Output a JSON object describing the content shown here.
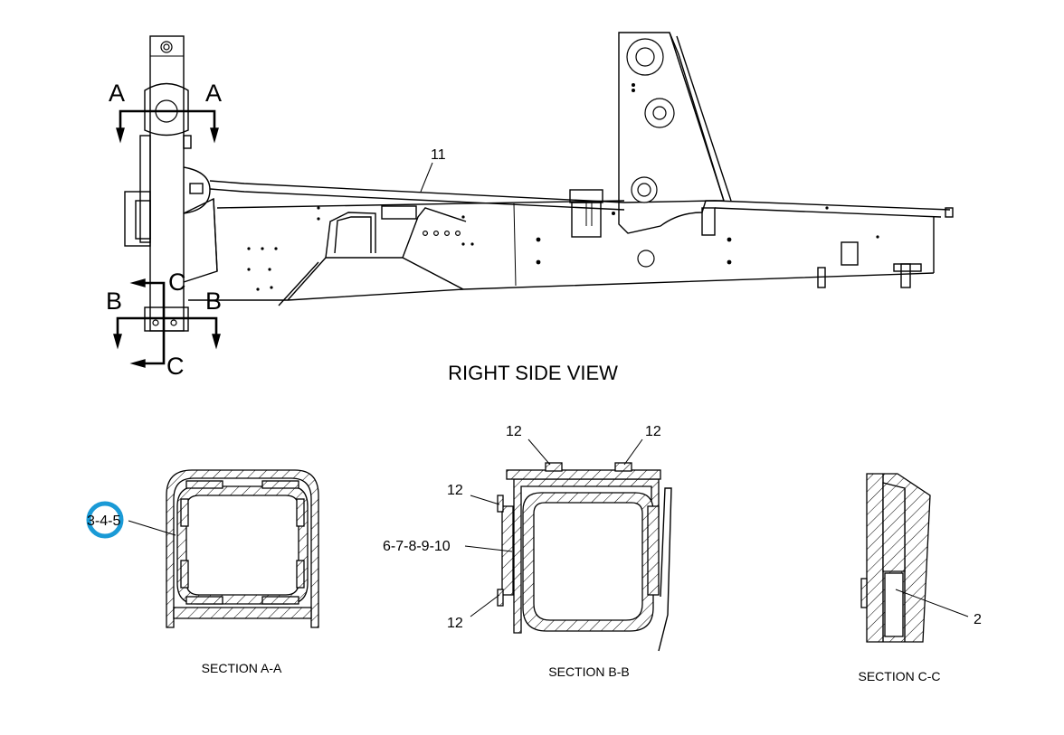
{
  "diagram": {
    "view_title": "RIGHT SIDE VIEW",
    "cut_markers": {
      "a": "A",
      "b": "B",
      "c": "C"
    },
    "callouts": {
      "main_frame": "11",
      "sections": {
        "a": "3-4-5",
        "b_top_left": "12",
        "b_top_right": "12",
        "b_left_upper": "12",
        "b_left_mid": "6-7-8-9-10",
        "b_left_lower": "12",
        "c": "2"
      }
    },
    "section_captions": {
      "a": "SECTION A-A",
      "b": "SECTION B-B",
      "c": "SECTION C-C"
    },
    "highlight_color": "#1a9ad6"
  }
}
